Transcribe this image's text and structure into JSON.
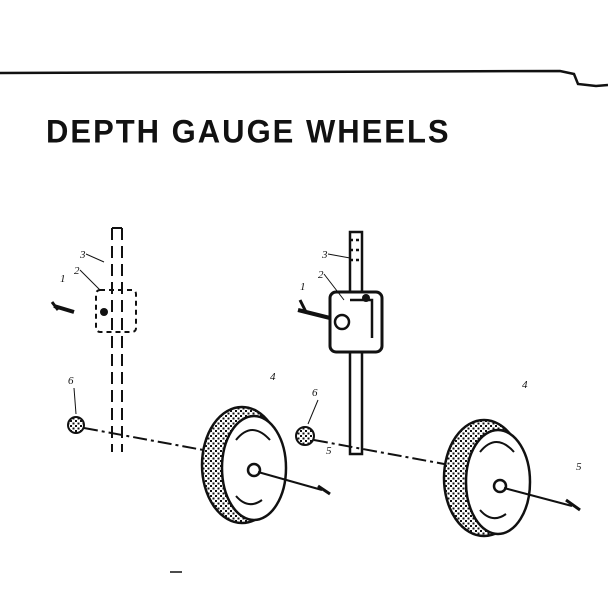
{
  "title": "DEPTH GAUGE WHEELS",
  "colors": {
    "ink": "#111111",
    "paper": "#ffffff"
  },
  "callouts": {
    "left": [
      "3",
      "2",
      "1",
      "6",
      "4"
    ],
    "right": [
      "3",
      "2",
      "1",
      "6",
      "5",
      "4",
      "5"
    ]
  }
}
